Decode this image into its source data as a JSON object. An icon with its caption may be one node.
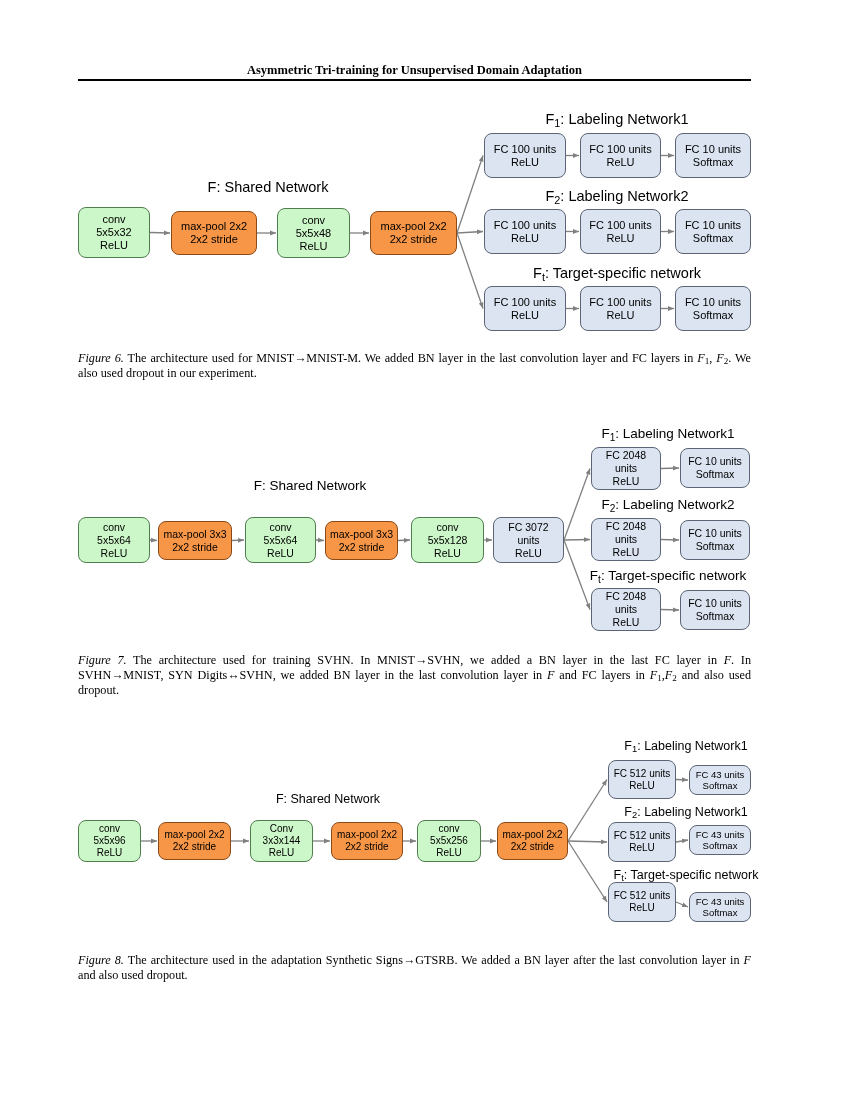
{
  "diagram": {
    "title": "Asymmetric Tri-training for Unsupervised Domain Adaptation",
    "nodes": [
      {
        "text": [
          "conv 5x5x32 ReLU"
        ]
      },
      {
        "text": [
          "max-pool 2x2 2x2 stride"
        ]
      },
      {
        "text": [
          "conv 5x5x48 ReLU"
        ]
      },
      {
        "text": [
          "max-pool 2x2 2x2 stride"
        ]
      },
      {
        "text": [
          "FC 100 units ReLU"
        ]
      },
      {
        "text": [
          "FC 100 units ReLU"
        ]
      },
      {
        "text": [
          "FC 10 units Softmax"
        ]
      },
      {
        "text": [
          "FC 100 units ReLU"
        ]
      },
      {
        "text": [
          "FC 100 units ReLU"
        ]
      },
      {
        "text": [
          "FC 10 units Softmax"
        ]
      },
      {
        "text": [
          "FC 100 units ReLU"
        ]
      },
      {
        "text": [
          "FC 100 units ReLU"
        ]
      },
      {
        "text": [
          "FC 10 units Softmax"
        ]
      },
      {
        "text": [
          "conv 5x5x64 ReLU"
        ]
      },
      {
        "text": [
          "max-pool 3x3 2x2 stride"
        ]
      },
      {
        "text": [
          "conv 5x5x64 ReLU"
        ]
      },
      {
        "text": [
          "max-pool 3x3 2x2 stride"
        ]
      },
      {
        "text": [
          "conv 5x5x128 ReLU"
        ]
      },
      {
        "text": [
          "FC 3072 units ReLU"
        ]
      },
      {
        "text": [
          "FC 2048 units ReLU"
        ]
      },
      {
        "text": [
          "FC 10 units Softmax"
        ]
      },
      {
        "text": [
          "FC 2048 units ReLU"
        ]
      },
      {
        "text": [
          "FC 10 units Softmax"
        ]
      },
      {
        "text": [
          "FC 2048 units ReLU"
        ]
      },
      {
        "text": [
          "FC 10 units Softmax"
        ]
      },
      {
        "text": [
          "conv 5x5x96 ReLU"
        ]
      },
      {
        "text": [
          "max-pool 2x2 2x2 stride"
        ]
      },
      {
        "text": [
          "Conv 3x3x144 ReLU"
        ]
      },
      {
        "text": [
          "max-pool 2x2 2x2 stride"
        ]
      },
      {
        "text": [
          "conv 5x5x256 ReLU"
        ]
      },
      {
        "text": [
          "max-pool 2x2 2x2 stride"
        ]
      },
      {
        "text": [
          "FC 512 units ReLU"
        ]
      },
      {
        "text": [
          "FC 43 units Softmax"
        ]
      },
      {
        "text": [
          "FC 512 units ReLU"
        ]
      },
      {
        "text": [
          "FC 43 units Softmax"
        ]
      },
      {
        "text": [
          "FC 512 units ReLU"
        ]
      },
      {
        "text": [
          "FC 43 units Softmax"
        ]
      }
    ],
    "edges": [
      {
        "from": 0,
        "to": 1,
        "arrow": "to"
      },
      {
        "from": 1,
        "to": 2,
        "arrow": "to"
      },
      {
        "from": 2,
        "to": 3,
        "arrow": "to"
      },
      {
        "from": 3,
        "to": 4,
        "arrow": "to"
      },
      {
        "from": 3,
        "to": 7,
        "arrow": "to"
      },
      {
        "from": 3,
        "to": 10,
        "arrow": "to"
      },
      {
        "from": 4,
        "to": 5,
        "arrow": "to"
      },
      {
        "from": 5,
        "to": 6,
        "arrow": "to"
      },
      {
        "from": 7,
        "to": 8,
        "arrow": "to"
      },
      {
        "from": 8,
        "to": 9,
        "arrow": "to"
      },
      {
        "from": 10,
        "to": 11,
        "arrow": "to"
      },
      {
        "from": 11,
        "to": 12,
        "arrow": "to"
      },
      {
        "from": 13,
        "to": 14,
        "arrow": "to"
      },
      {
        "from": 14,
        "to": 15,
        "arrow": "to"
      },
      {
        "from": 15,
        "to": 16,
        "arrow": "to"
      },
      {
        "from": 16,
        "to": 17,
        "arrow": "to"
      },
      {
        "from": 17,
        "to": 18,
        "arrow": "to"
      },
      {
        "from": 18,
        "to": 19,
        "arrow": "to"
      },
      {
        "from": 18,
        "to": 21,
        "arrow": "to"
      },
      {
        "from": 18,
        "to": 23,
        "arrow": "to"
      },
      {
        "from": 19,
        "to": 20,
        "arrow": "to"
      },
      {
        "from": 21,
        "to": 22,
        "arrow": "to"
      },
      {
        "from": 23,
        "to": 24,
        "arrow": "to"
      },
      {
        "from": 25,
        "to": 26,
        "arrow": "to"
      },
      {
        "from": 26,
        "to": 27,
        "arrow": "to"
      },
      {
        "from": 27,
        "to": 28,
        "arrow": "to"
      },
      {
        "from": 28,
        "to": 29,
        "arrow": "to"
      },
      {
        "from": 29,
        "to": 30,
        "arrow": "to"
      },
      {
        "from": 30,
        "to": 31,
        "arrow": "to"
      },
      {
        "from": 30,
        "to": 33,
        "arrow": "to"
      },
      {
        "from": 30,
        "to": 35,
        "arrow": "to"
      },
      {
        "from": 31,
        "to": 32,
        "arrow": "to"
      },
      {
        "from": 33,
        "to": 34,
        "arrow": "to"
      },
      {
        "from": 35,
        "to": 36,
        "arrow": "to"
      }
    ],
    "labels": [
      "F$_{1}$: Labeling Network1",
      "F: Shared Network",
      "F$_{2}$: Labeling Network2",
      "F$_{t}$: Target-specific network",
      "*Figure 6.* The architecture used for MNIST→MNIST-M. We added BN layer in the last convolution layer and FC layers in *F*$_{1}$, *F*$_{2}$. We also used dropout in our experiment.",
      "F$_{1}$: Labeling Network1",
      "F: Shared Network",
      "F$_{2}$: Labeling Network2",
      "F$_{t}$: Target-specific network",
      "*Figure 7.* The architecture used for training SVHN. In MNIST→SVHN, we added a BN layer in the last FC layer in *F*. In SVHN→MNIST, SYN Digits↔SVHN, we added BN layer in the last convolution layer in *F* and FC layers in *F*$_{1}$,*F*$_{2}$ and also used dropout.",
      "F$_{1}$: Labeling Network1",
      "F: Shared Network",
      "F$_{2}$: Labeling Network1",
      "F$_{t}$: Target-specific network",
      "*Figure 8.* The architecture used in the adaptation Synthetic Signs→GTSRB. We added a BN layer after the last convolution layer in *F* and also used dropout."
    ]
  }
}
